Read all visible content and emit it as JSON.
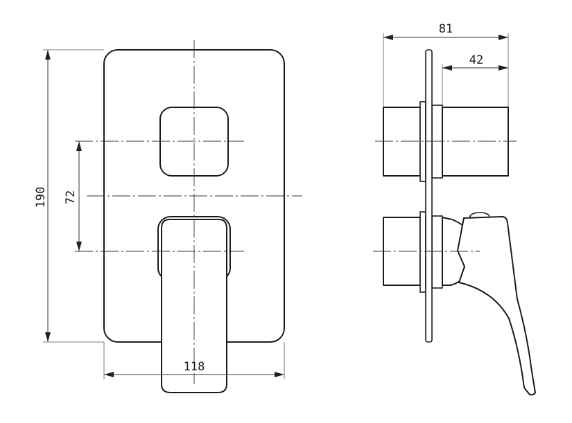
{
  "dimensions": {
    "height": "190",
    "inner_spacing": "72",
    "width": "118",
    "depth_total": "81",
    "depth_handle": "42"
  }
}
